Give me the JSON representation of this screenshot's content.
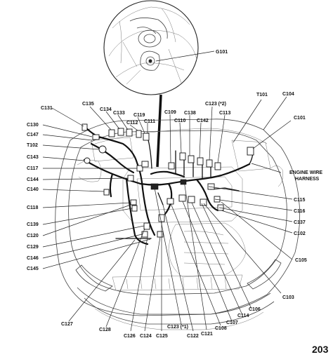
{
  "header_text": "",
  "page_number": "203",
  "detail": {
    "ground_label": "G101"
  },
  "harness_label": [
    "ENGINE WIRE",
    "HARNESS"
  ],
  "labels": {
    "C131": "C131",
    "C135": "C135",
    "C134": "C134",
    "C133": "C133",
    "C119": "C119",
    "C109": "C109",
    "C138": "C138",
    "C123_2": "C123 (*2)",
    "C113": "C113",
    "T101": "T101",
    "C104": "C104",
    "C112": "C112",
    "C111": "C111",
    "C110": "C110",
    "C142": "C142",
    "C101": "C101",
    "C130": "C130",
    "C147": "C147",
    "T102": "T102",
    "C143": "C143",
    "C117": "C117",
    "C144": "C144",
    "C140": "C140",
    "C118": "C118",
    "C139": "C139",
    "C120": "C120",
    "C129": "C129",
    "C146": "C146",
    "C145": "C145",
    "C115": "C115",
    "C116": "C116",
    "C137": "C137",
    "C102": "C102",
    "C105": "C105",
    "C103": "C103",
    "C106": "C106",
    "C114": "C114",
    "C107": "C107",
    "C108": "C108",
    "C121": "C121",
    "C122": "C122",
    "C123_1": "C123 (*1)",
    "C125": "C125",
    "C124": "C124",
    "C126": "C126",
    "C128": "C128",
    "C127": "C127"
  }
}
